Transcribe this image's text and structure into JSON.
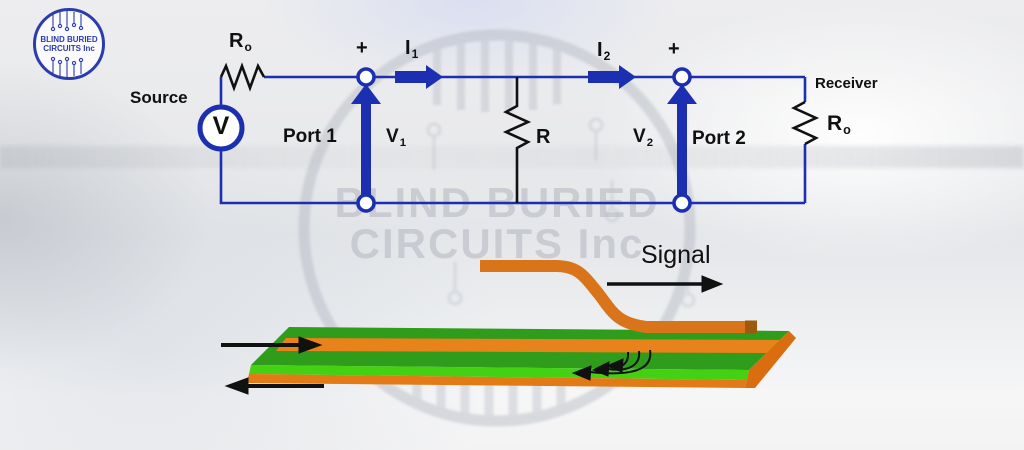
{
  "colors": {
    "circuit_blue": "#1b2fb0",
    "black": "#111111",
    "logo_blue": "#2b3cad",
    "watermark_gray": "#b9bcc4",
    "pcb_green_top": "#2f9c1b",
    "pcb_green_front": "#44d114",
    "pcb_orange": "#e8821b",
    "pcb_orange_bottom": "#e27a15",
    "pcb_orange_side": "#d96d10",
    "trace_orange": "#d9741a",
    "trace_end_dark": "#9e5a0c"
  },
  "logo": {
    "line1": "BLIND BURIED",
    "line2": "CIRCUITS Inc"
  },
  "watermark": {
    "line1": "BLIND BURIED",
    "line2": "CIRCUITS Inc"
  },
  "circuit": {
    "source_label": "Source",
    "source_symbol": "V",
    "left_resistor": {
      "base": "R",
      "sub": "o"
    },
    "port1": {
      "plus": "+",
      "label": "Port 1",
      "current_base": "I",
      "current_sub": "1",
      "voltage_base": "V",
      "voltage_sub": "1"
    },
    "shunt_resistor_label": "R",
    "port2": {
      "plus": "+",
      "label": "Port 2",
      "current_base": "I",
      "current_sub": "2",
      "voltage_base": "V",
      "voltage_sub": "2"
    },
    "receiver_label": "Receiver",
    "right_resistor": {
      "base": "R",
      "sub": "o"
    }
  },
  "pcb": {
    "signal_label": "Signal"
  }
}
